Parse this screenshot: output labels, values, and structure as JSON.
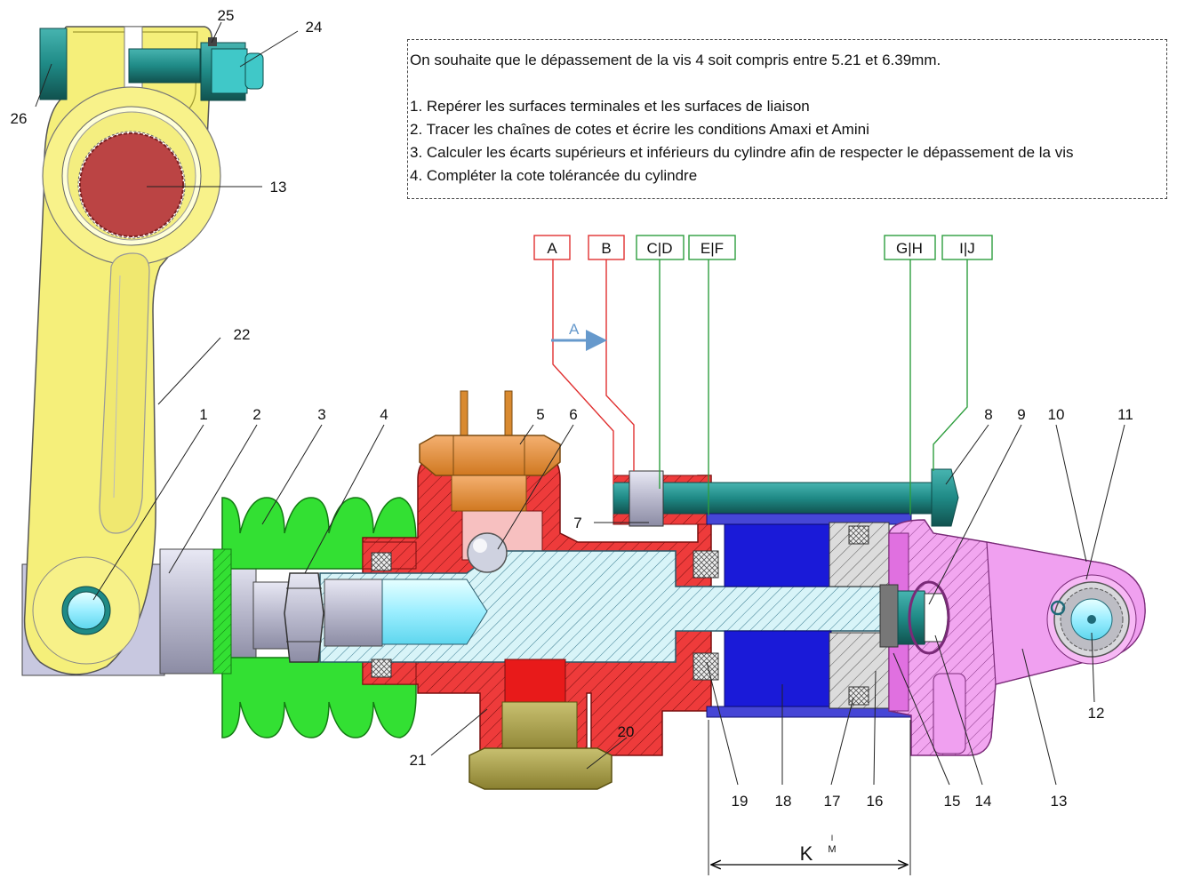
{
  "instructions": {
    "intro": "On souhaite que le dépassement de la vis 4 soit compris entre 5.21 et 6.39mm.",
    "steps": [
      "1. Repérer les surfaces terminales et les surfaces de liaison",
      "2. Tracer les chaînes de cotes et écrire les conditions Amaxi et Amini",
      "3. Calculer les écarts supérieurs et inférieurs du cylindre afin de respecter le dépassement de la vis",
      "4. Compléter la cote tolérancée du cylindre"
    ]
  },
  "surface_labels": {
    "red": [
      "A",
      "B"
    ],
    "green": [
      "C|D",
      "E|F",
      "G|H",
      "I|J"
    ]
  },
  "arrow_label": "A",
  "part_numbers": [
    "1",
    "2",
    "3",
    "4",
    "5",
    "6",
    "7",
    "8",
    "9",
    "10",
    "11",
    "12",
    "13",
    "14",
    "15",
    "16",
    "17",
    "18",
    "19",
    "20",
    "21",
    "22",
    "24",
    "25",
    "26"
  ],
  "lever_numbers": [
    "25",
    "24",
    "26",
    "13",
    "22"
  ],
  "dimension": {
    "main": "K",
    "sup": "I",
    "sub": "M"
  },
  "colors": {
    "lever": "#f5ef7a",
    "body": "#ee3b3b",
    "boot": "#33e033",
    "piston": "#1a1ad8",
    "clevis": "#f0a0f0",
    "rod": "#d8f4f8",
    "hardware": "#1f8a86",
    "label_red": "#e03030",
    "label_green": "#2e9e3e",
    "arrow_blue": "#6699cc"
  }
}
